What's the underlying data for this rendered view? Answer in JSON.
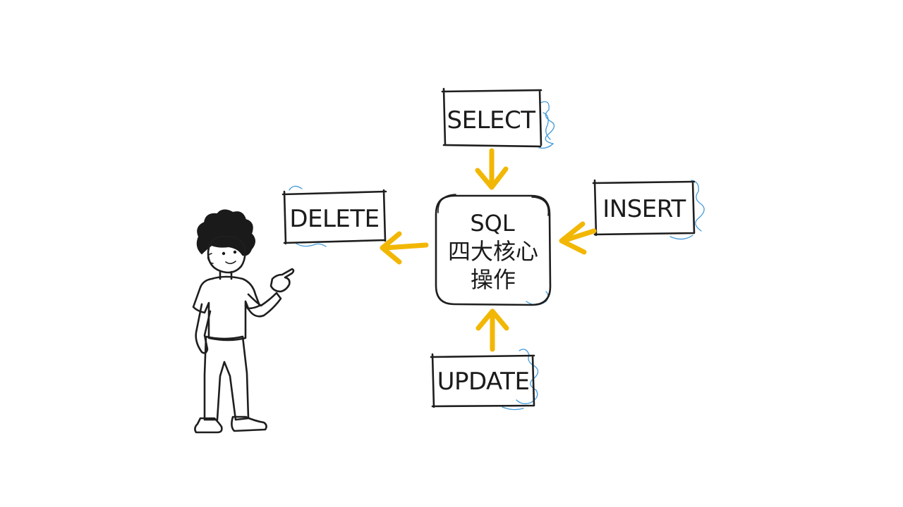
{
  "colors": {
    "ink": "#1e1e1e",
    "arrow": "#f2b705",
    "scribble": "#2f8fd6",
    "shirt": "#ffffff",
    "pants": "#6b6b6b",
    "shoes": "#2f6fd1"
  },
  "center": {
    "line1": "SQL",
    "line2": "四大核心",
    "line3": "操作"
  },
  "nodes": {
    "select": "SELECT",
    "insert": "INSERT",
    "update": "UPDATE",
    "delete": "DELETE"
  },
  "figure": {
    "pose": "pointing-right"
  }
}
